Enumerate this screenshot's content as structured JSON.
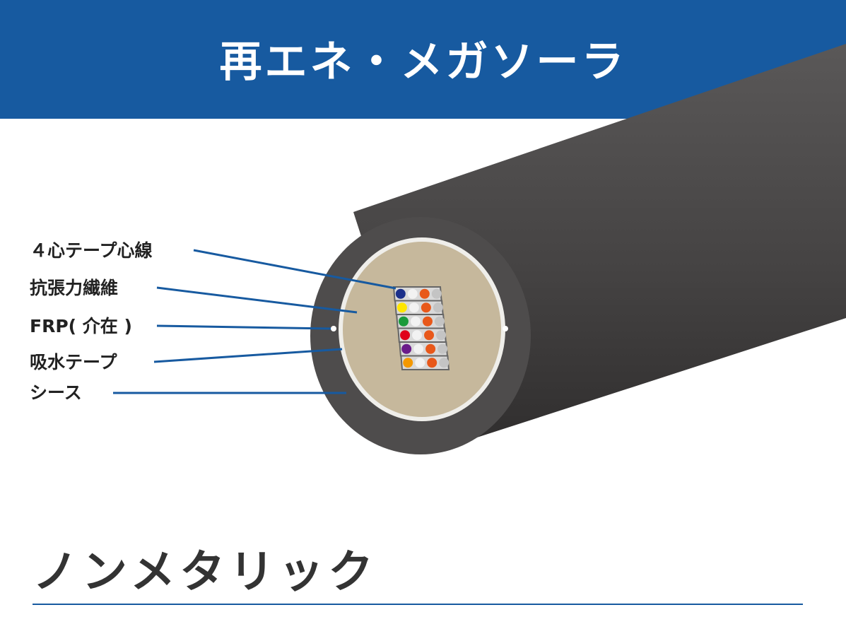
{
  "header": {
    "title": "再エネ・メガソーラ"
  },
  "labels": [
    {
      "id": "ribbon",
      "text": "４心テープ心線"
    },
    {
      "id": "tensile",
      "text": "抗張力繊維"
    },
    {
      "id": "frp",
      "text": "FRP( 介在 )"
    },
    {
      "id": "waterblock",
      "text": "吸水テープ"
    },
    {
      "id": "sheath",
      "text": "シース"
    }
  ],
  "product": {
    "type": "ノンメタリック"
  },
  "colors": {
    "accent": "#175aa0",
    "sheath": "#4a4848",
    "core": "#c6b89c",
    "fibers": [
      "#1b2f8a",
      "#ffe600",
      "#1a9a3a",
      "#e0001b",
      "#6a1b8a",
      "#f39800"
    ],
    "tape_fiber": "#e8581a"
  }
}
